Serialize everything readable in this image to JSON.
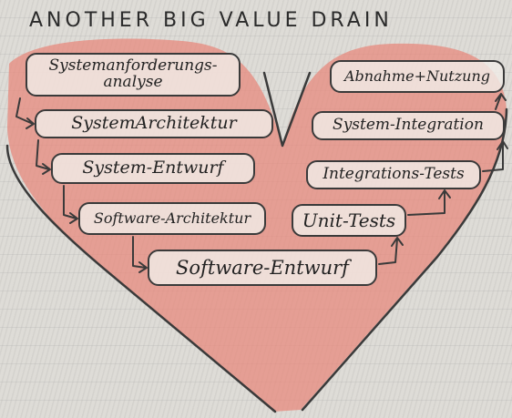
{
  "title": "ANOTHER BIG VALUE DRAIN",
  "left_branch": {
    "systemanforderung_line1": "Systemanforderungs-",
    "systemanforderung_line2": "analyse",
    "system_architektur": "SystemArchitektur",
    "system_entwurf": "System-Entwurf",
    "software_architektur": "Software-Architektur"
  },
  "bottom": {
    "software_entwurf": "Software-Entwurf"
  },
  "right_branch": {
    "unit_tests": "Unit-Tests",
    "integrations_tests": "Integrations-Tests",
    "system_integration": "System-Integration",
    "abnahme_nutzung": "Abnahme+Nutzung"
  },
  "colors": {
    "heart_fill": "#e8877a",
    "pencil": "#3a3a3a"
  }
}
